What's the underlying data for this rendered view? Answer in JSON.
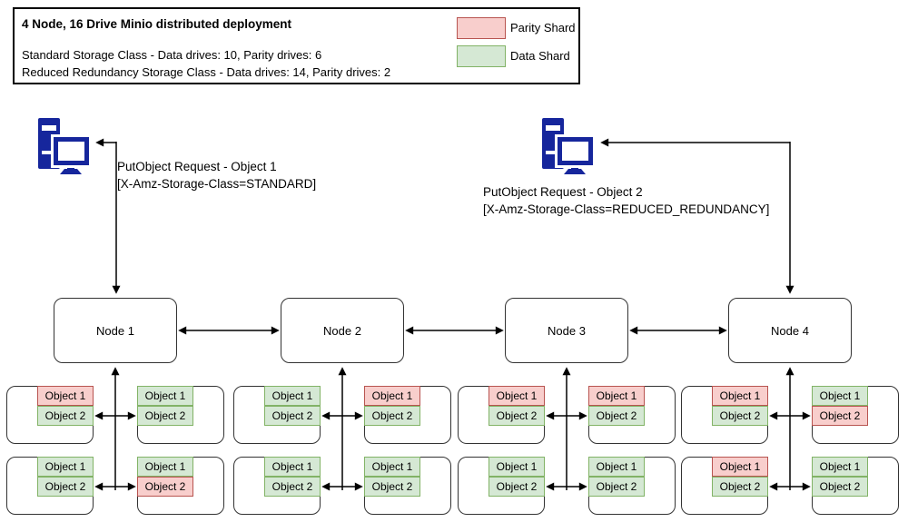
{
  "header": {
    "title": "4 Node, 16 Drive Minio distributed deployment",
    "line1": "Standard Storage Class - Data drives: 10, Parity drives: 6",
    "line2": "Reduced Redundancy Storage Class - Data drives: 14, Parity drives: 2"
  },
  "legend": {
    "parity_label": "Parity Shard",
    "data_label": "Data Shard"
  },
  "colors": {
    "parity_fill": "#f8cecc",
    "parity_border": "#b85450",
    "data_fill": "#d5e8d4",
    "data_border": "#82b366",
    "computer_icon": "#16269C",
    "line": "#000000"
  },
  "requests": [
    {
      "line1": "PutObject Request - Object 1",
      "line2": "[X-Amz-Storage-Class=STANDARD]"
    },
    {
      "line1": "PutObject Request - Object 2",
      "line2": "[X-Amz-Storage-Class=REDUCED_REDUNDANCY]"
    }
  ],
  "nodes": [
    {
      "label": "Node 1",
      "drives": [
        {
          "objects": [
            {
              "label": "Object 1",
              "type": "parity"
            },
            {
              "label": "Object 2",
              "type": "data"
            }
          ]
        },
        {
          "objects": [
            {
              "label": "Object 1",
              "type": "data"
            },
            {
              "label": "Object 2",
              "type": "data"
            }
          ]
        },
        {
          "objects": [
            {
              "label": "Object 1",
              "type": "data"
            },
            {
              "label": "Object 2",
              "type": "data"
            }
          ]
        },
        {
          "objects": [
            {
              "label": "Object 1",
              "type": "data"
            },
            {
              "label": "Object 2",
              "type": "parity"
            }
          ]
        }
      ]
    },
    {
      "label": "Node 2",
      "drives": [
        {
          "objects": [
            {
              "label": "Object 1",
              "type": "data"
            },
            {
              "label": "Object 2",
              "type": "data"
            }
          ]
        },
        {
          "objects": [
            {
              "label": "Object 1",
              "type": "parity"
            },
            {
              "label": "Object 2",
              "type": "data"
            }
          ]
        },
        {
          "objects": [
            {
              "label": "Object 1",
              "type": "data"
            },
            {
              "label": "Object 2",
              "type": "data"
            }
          ]
        },
        {
          "objects": [
            {
              "label": "Object 1",
              "type": "data"
            },
            {
              "label": "Object 2",
              "type": "data"
            }
          ]
        }
      ]
    },
    {
      "label": "Node 3",
      "drives": [
        {
          "objects": [
            {
              "label": "Object 1",
              "type": "parity"
            },
            {
              "label": "Object 2",
              "type": "data"
            }
          ]
        },
        {
          "objects": [
            {
              "label": "Object 1",
              "type": "parity"
            },
            {
              "label": "Object 2",
              "type": "data"
            }
          ]
        },
        {
          "objects": [
            {
              "label": "Object 1",
              "type": "data"
            },
            {
              "label": "Object 2",
              "type": "data"
            }
          ]
        },
        {
          "objects": [
            {
              "label": "Object 1",
              "type": "data"
            },
            {
              "label": "Object 2",
              "type": "data"
            }
          ]
        }
      ]
    },
    {
      "label": "Node 4",
      "drives": [
        {
          "objects": [
            {
              "label": "Object 1",
              "type": "parity"
            },
            {
              "label": "Object 2",
              "type": "data"
            }
          ]
        },
        {
          "objects": [
            {
              "label": "Object 1",
              "type": "data"
            },
            {
              "label": "Object 2",
              "type": "parity"
            }
          ]
        },
        {
          "objects": [
            {
              "label": "Object 1",
              "type": "parity"
            },
            {
              "label": "Object 2",
              "type": "data"
            }
          ]
        },
        {
          "objects": [
            {
              "label": "Object 1",
              "type": "data"
            },
            {
              "label": "Object 2",
              "type": "data"
            }
          ]
        }
      ]
    }
  ]
}
